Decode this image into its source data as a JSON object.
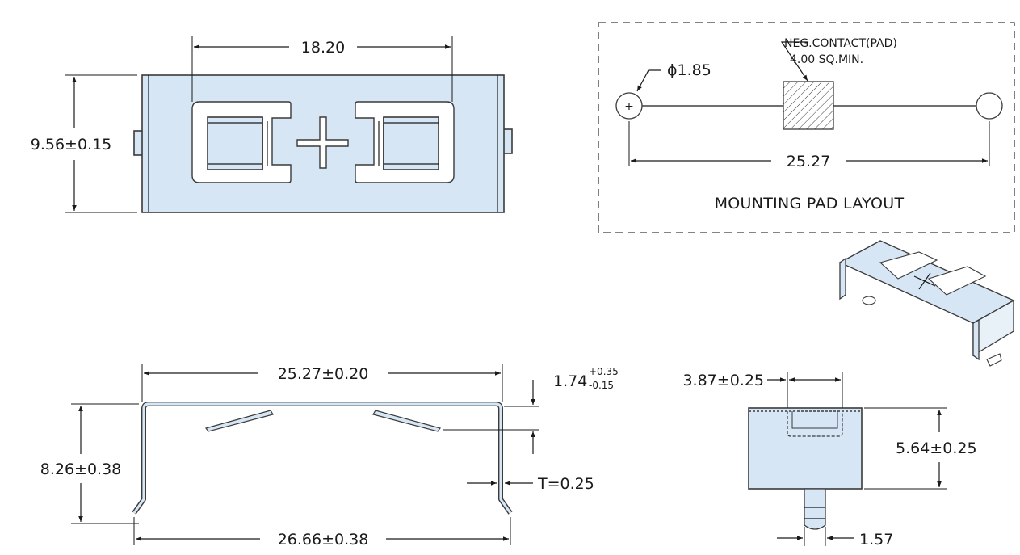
{
  "top_view": {
    "width_dim": "18.20",
    "height_dim": "9.56±0.15"
  },
  "pad_layout": {
    "title": "MOUNTING PAD LAYOUT",
    "hole_dim": "ϕ1.85",
    "neg_contact_line1": "NEG.CONTACT(PAD)",
    "neg_contact_line2": "4.00 SQ.MIN.",
    "spacing_dim": "25.27",
    "plus_symbol": "+"
  },
  "side_view": {
    "top_width_dim": "25.27±0.20",
    "bottom_width_dim": "26.66±0.38",
    "height_dim": "8.26±0.38",
    "offset_main": "1.74",
    "offset_plus": "+0.35",
    "offset_minus": "-0.15",
    "thickness_dim": "T=0.25"
  },
  "end_view": {
    "slot_width_dim": "3.87±0.25",
    "height_dim": "5.64±0.25",
    "pin_width_dim": "1.57"
  },
  "colors": {
    "part_fill": "#d6e6f5",
    "outline": "#3a3a3a"
  }
}
